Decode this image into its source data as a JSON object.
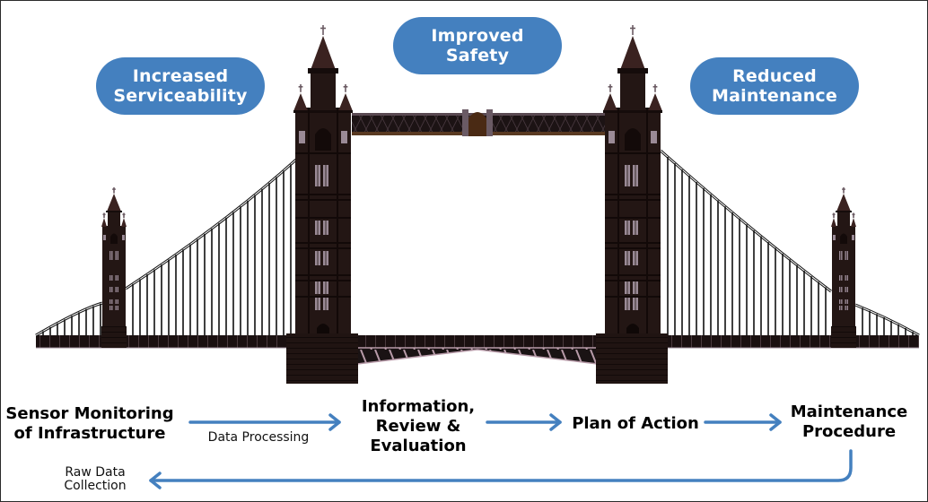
{
  "benefits": [
    {
      "label_line1": "Increased",
      "label_line2": "Serviceability"
    },
    {
      "label_line1": "Improved",
      "label_line2": "Safety"
    },
    {
      "label_line1": "Reduced",
      "label_line2": "Maintenance"
    }
  ],
  "steps": [
    {
      "line1": "Sensor Monitoring",
      "line2": "of Infrastructure"
    },
    {
      "line1": "Information,",
      "line2": "Review &",
      "line3": "Evaluation"
    },
    {
      "line1": "Plan of Action"
    },
    {
      "line1": "Maintenance",
      "line2": "Procedure"
    }
  ],
  "arrow_labels": {
    "data_processing": "Data Processing",
    "raw_line1": "Raw Data",
    "raw_line2": "Collection"
  },
  "colors": {
    "accent": "#4480bf",
    "tower": "#231614",
    "window": "#9a8a96"
  }
}
